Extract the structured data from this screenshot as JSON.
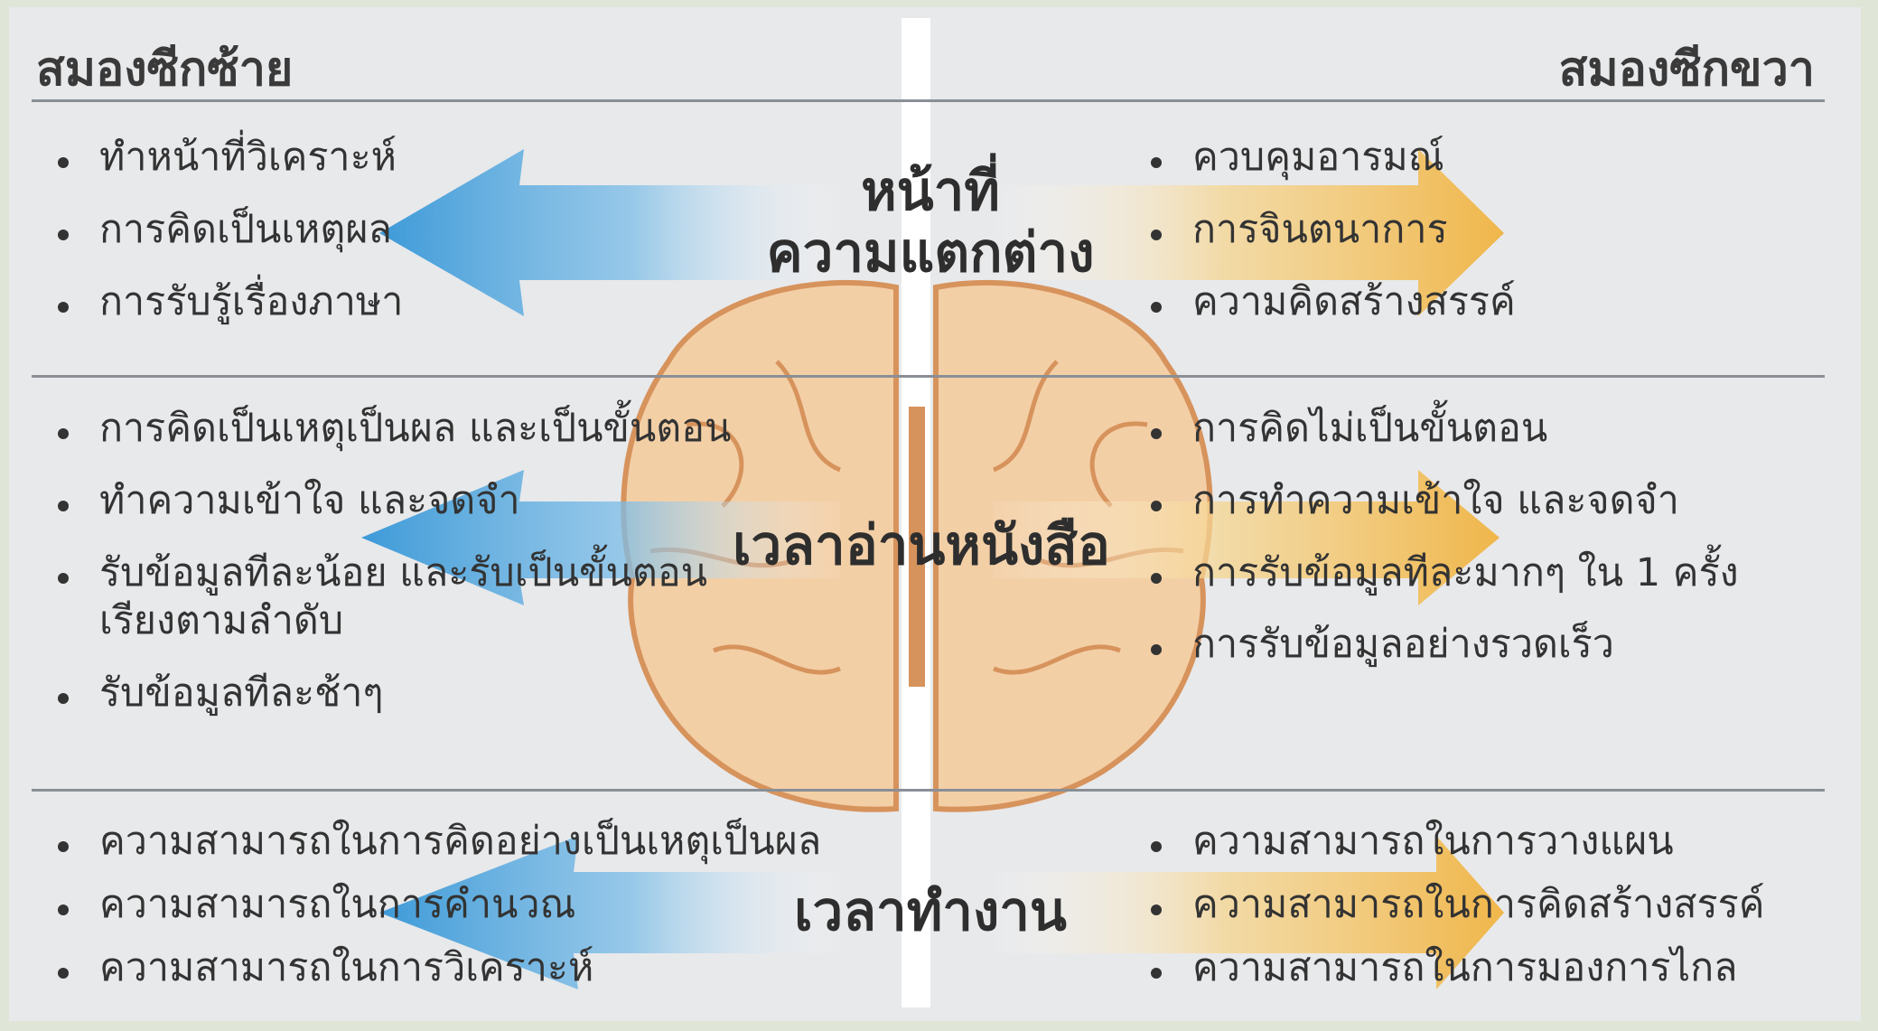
{
  "left_title": "สมองซีกซ้าย",
  "right_title": "สมองซีกขวา",
  "colors": {
    "left_arrow": "#3d9ad8",
    "right_arrow": "#f0b64a",
    "brain_fill": "#f3cfa6",
    "brain_stroke": "#d7935c",
    "divider": "#a7acb2"
  },
  "sections": [
    {
      "label_lines": [
        "หน้าที่",
        "ความแตกต่าง"
      ],
      "left_items": [
        "ทำหน้าที่วิเคราะห์",
        "การคิดเป็นเหตุผล",
        "การรับรู้เรื่องภาษา"
      ],
      "right_items": [
        "ควบคุมอารมณ์",
        "การจินตนาการ",
        "ความคิดสร้างสรรค์"
      ]
    },
    {
      "label_lines": [
        "เวลาอ่านหนังสือ"
      ],
      "left_items": [
        "การคิดเป็นเหตุเป็นผล และเป็นขั้นตอน",
        "ทำความเข้าใจ และจดจำ",
        "รับข้อมูลทีละน้อย และรับเป็นขั้นตอน เรียงตามลำดับ",
        "รับข้อมูลทีละช้าๆ"
      ],
      "right_items": [
        "การคิดไม่เป็นขั้นตอน",
        "การทำความเข้าใจ และจดจำ",
        "การรับข้อมูลทีละมากๆ ใน 1 ครั้ง",
        "การรับข้อมูลอย่างรวดเร็ว"
      ]
    },
    {
      "label_lines": [
        "เวลาทำงาน"
      ],
      "left_items": [
        "ความสามารถในการคิดอย่างเป็นเหตุเป็นผล",
        "ความสามารถในการคำนวณ",
        "ความสามารถในการวิเคราะห์"
      ],
      "right_items": [
        "ความสามารถในการวางแผน",
        "ความสามารถในการคิดสร้างสรรค์",
        "ความสามารถในการมองการไกล"
      ]
    }
  ]
}
